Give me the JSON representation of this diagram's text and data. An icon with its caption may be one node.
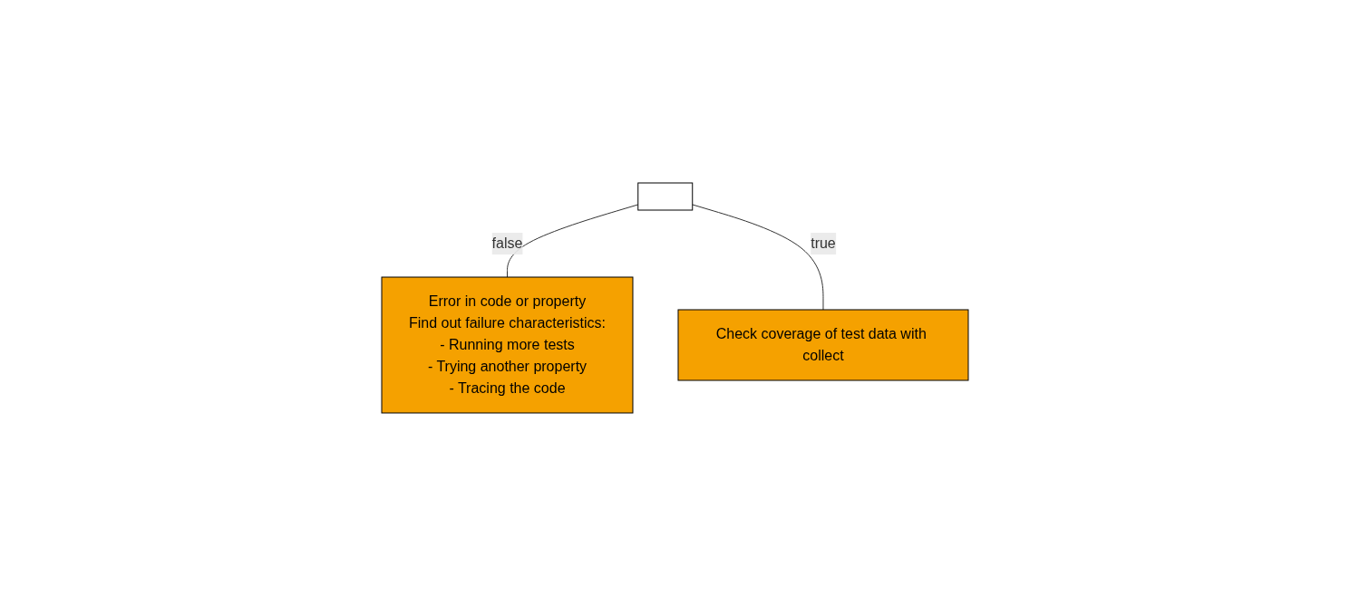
{
  "diagram": {
    "nodes": [
      {
        "text": [],
        "shape": "box"
      },
      {
        "text": [
          "Error in code or property",
          "Find out failure characteristics:",
          "- Running more tests",
          "- Trying another property",
          "- Tracing the code"
        ]
      },
      {
        "text": [
          "Check coverage of test data with collect"
        ]
      }
    ],
    "edges": [
      {
        "from": 0,
        "to": 1,
        "arrow": "none",
        "label": "false"
      },
      {
        "from": 0,
        "to": 2,
        "arrow": "none",
        "label": "true"
      }
    ]
  }
}
